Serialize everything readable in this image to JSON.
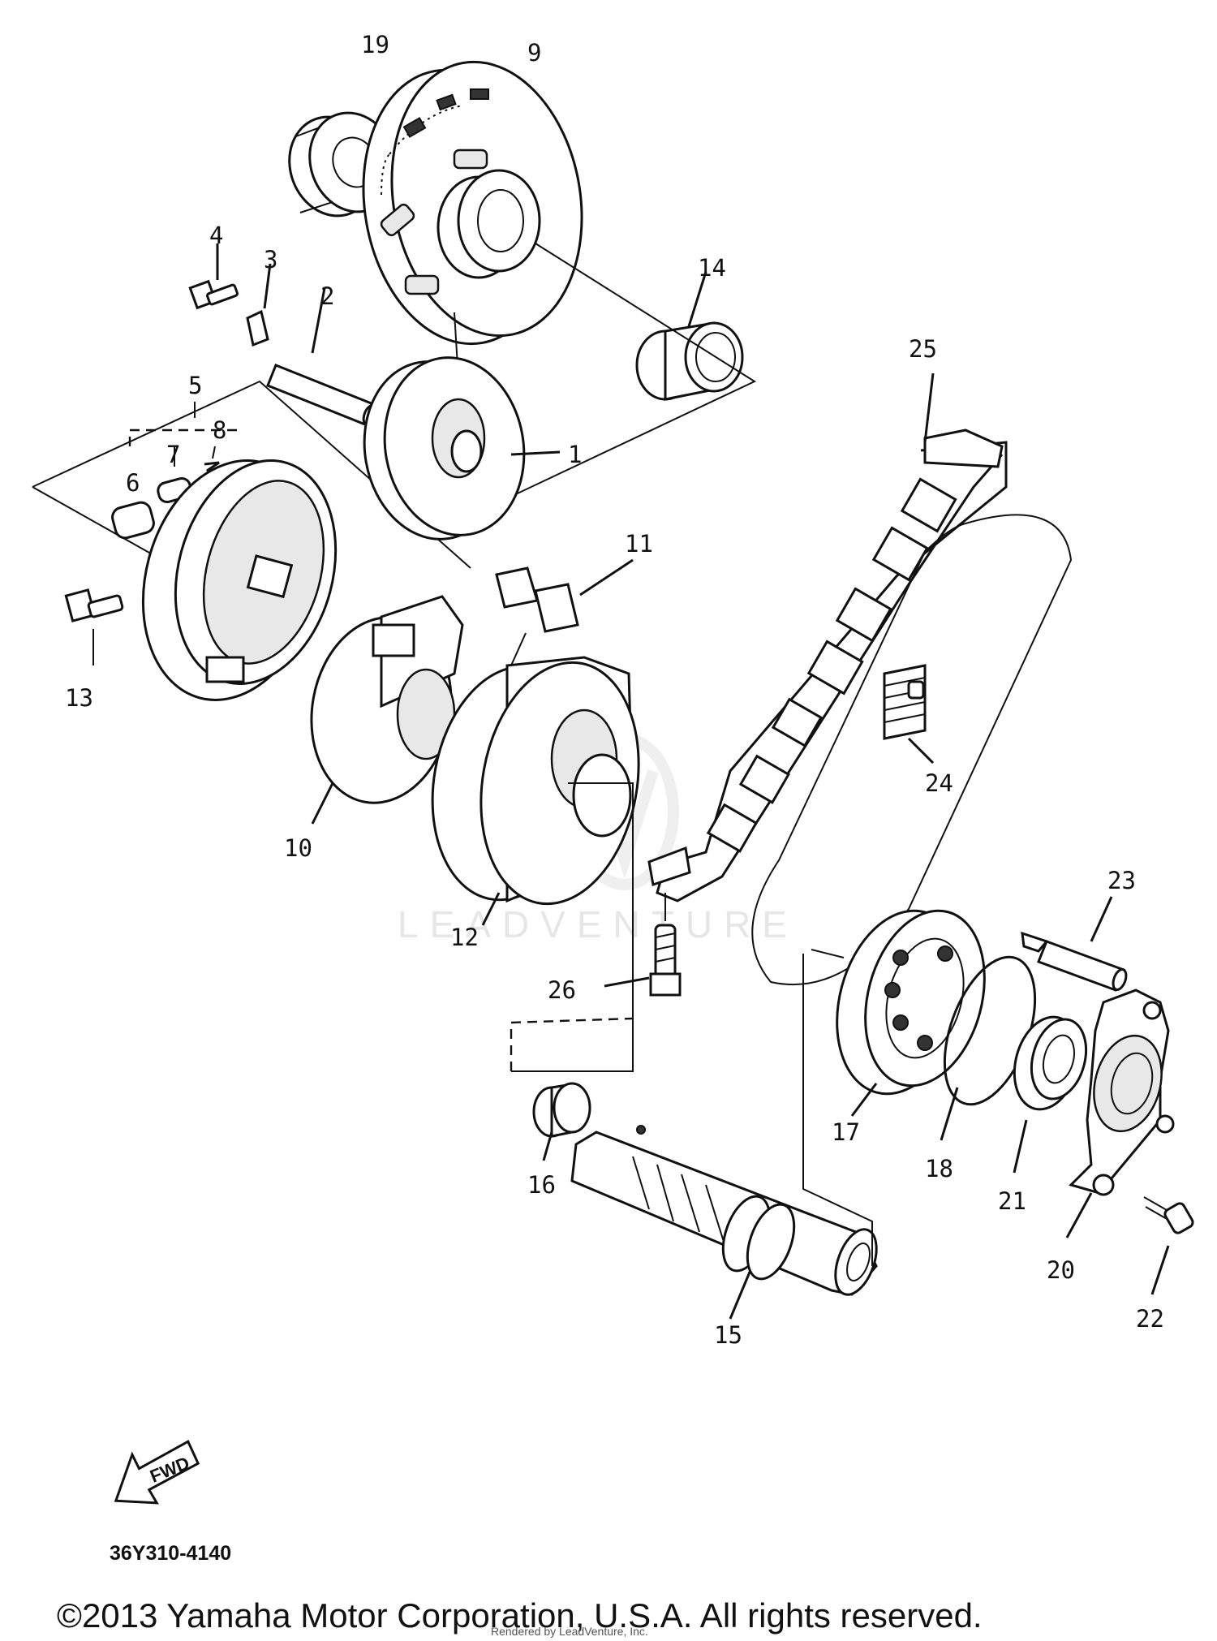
{
  "diagram": {
    "callouts": [
      "19",
      "9",
      "4",
      "3",
      "2",
      "14",
      "5",
      "8",
      "7",
      "6",
      "1",
      "25",
      "11",
      "13",
      "10",
      "12",
      "24",
      "23",
      "26",
      "17",
      "18",
      "21",
      "16",
      "20",
      "22",
      "15"
    ],
    "fwd_label": "FWD",
    "part_code": "36Y310-4140",
    "watermark": "LEADVENTURE",
    "credit": "Rendered by LeadVenture, Inc.",
    "copyright": "©2013 Yamaha Motor Corporation, U.S.A. All rights reserved."
  }
}
